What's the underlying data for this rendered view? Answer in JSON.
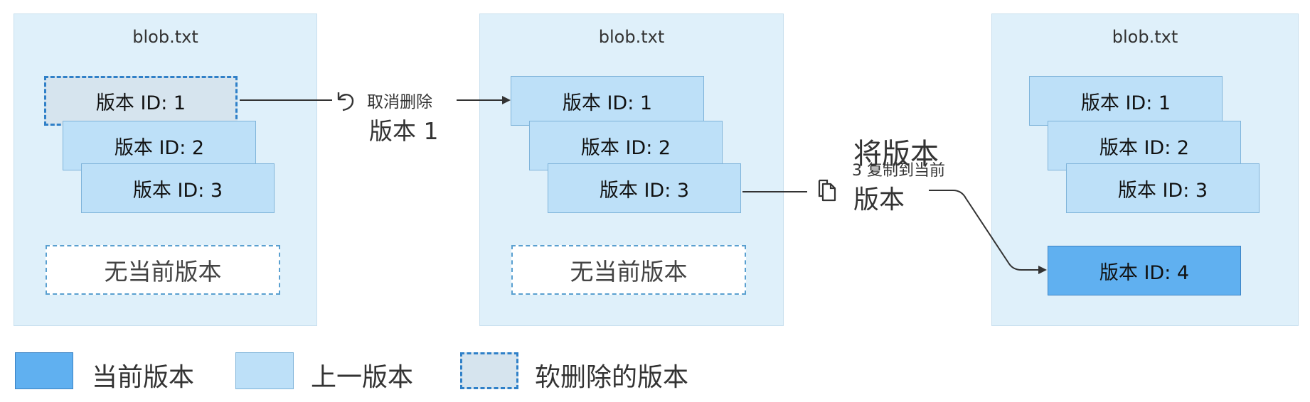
{
  "panels": [
    {
      "title": "blob.txt",
      "versions": [
        "版本 ID: 1",
        "版本 ID: 2",
        "版本 ID: 3"
      ],
      "no_current": "无当前版本"
    },
    {
      "title": "blob.txt",
      "versions": [
        "版本 ID: 1",
        "版本 ID: 2",
        "版本 ID: 3"
      ],
      "no_current": "无当前版本"
    },
    {
      "title": "blob.txt",
      "versions": [
        "版本 ID: 1",
        "版本 ID: 2",
        "版本 ID: 3"
      ],
      "current_version": "版本 ID: 4"
    }
  ],
  "actions": {
    "undelete": {
      "line1": "取消删除",
      "line2": "版本 1",
      "icon": "undo-icon"
    },
    "copy": {
      "line1": "将版本",
      "line2": "3 复制到当前",
      "line3": "版本",
      "icon": "copy-icon"
    }
  },
  "legend": [
    {
      "label": "当前版本",
      "color": "#60b0f0"
    },
    {
      "label": "上一版本",
      "color": "#bde0f8"
    },
    {
      "label": "软删除的版本",
      "color": "#d6e4ee"
    }
  ],
  "colors": {
    "panel_bg": "#dff0fa",
    "current": "#60b0f0",
    "previous": "#bde0f8",
    "soft_deleted": "#d6e4ee",
    "dashed_border": "#2f80c8"
  }
}
